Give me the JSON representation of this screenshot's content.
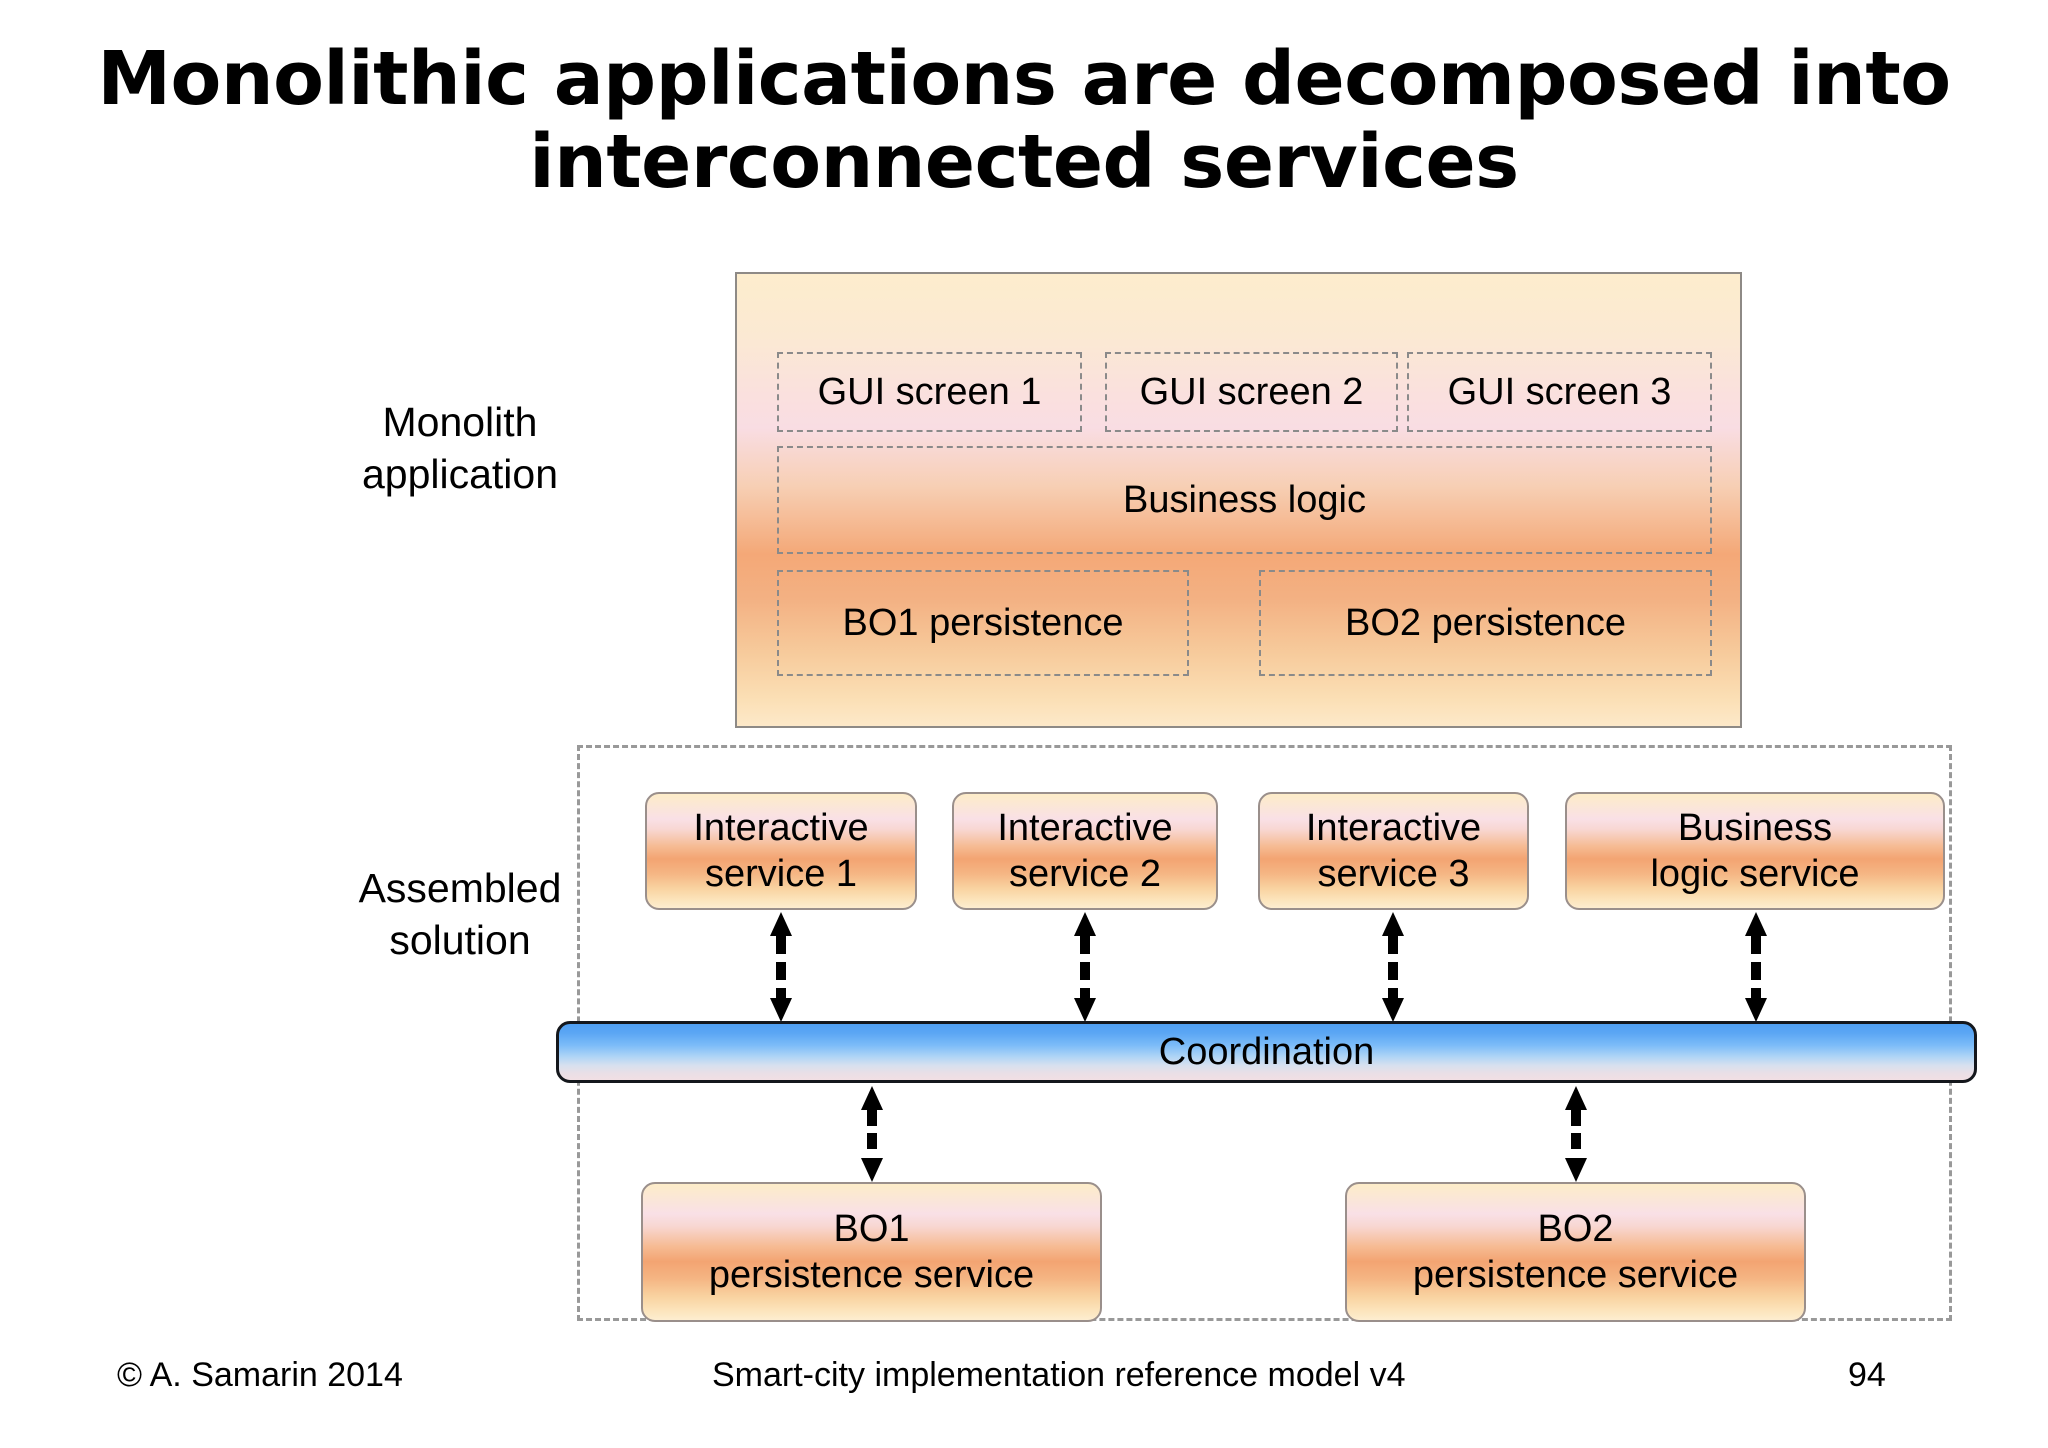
{
  "slide": {
    "title": "Monolithic applications are decomposed into\ninterconnected services"
  },
  "labels": {
    "monolith": "Monolith\napplication",
    "assembled": "Assembled\nsolution"
  },
  "monolith": {
    "gui_screens": [
      "GUI screen 1",
      "GUI screen 2",
      "GUI screen 3"
    ],
    "business_logic": "Business logic",
    "persistence": [
      "BO1 persistence",
      "BO2 persistence"
    ]
  },
  "assembled": {
    "services": [
      "Interactive\nservice 1",
      "Interactive\nservice 2",
      "Interactive\nservice 3",
      "Business\nlogic service"
    ],
    "coordination": "Coordination",
    "persistence_services": [
      "BO1\npersistence service",
      "BO2\npersistence service"
    ]
  },
  "footer": {
    "copyright": "© A. Samarin 2014",
    "center": "Smart-city implementation reference model v4",
    "page": "94"
  },
  "colors": {
    "monolith_border": "#8e8a86",
    "dashed_border": "#8a8a8a",
    "assembled_border": "#999999",
    "service_border": "#9a8f8b",
    "coordination_border": "#14171c",
    "coordination_top": "#4f9ff2",
    "service_mid": "#f3a472",
    "text": "#000000",
    "background": "#ffffff"
  }
}
